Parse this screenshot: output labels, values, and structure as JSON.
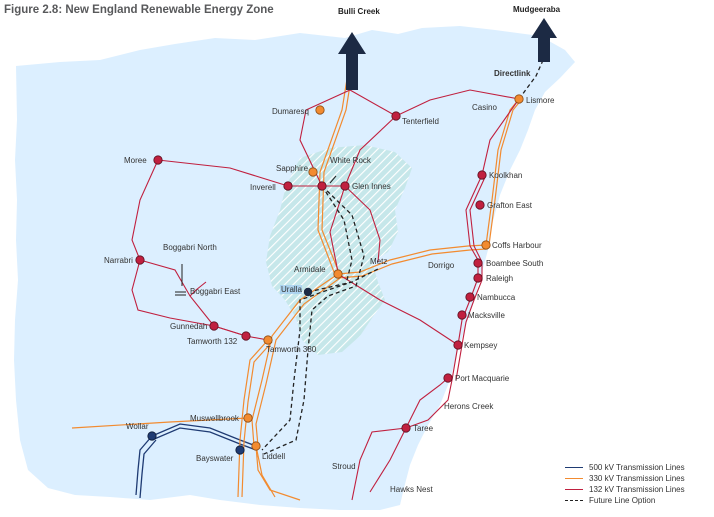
{
  "title": "Figure 2.8: New England Renewable Energy Zone",
  "colors": {
    "sea_land": "#dcefff",
    "line500": "#1f3b73",
    "line330": "#f28b30",
    "line132": "#c0203f",
    "future": "#222222",
    "rez": "#bfe3e6",
    "arrow": "#1c2a44"
  },
  "arrows": {
    "bulli": "Bulli Creek",
    "mudgee": "Mudgeeraba"
  },
  "places": {
    "directlink": "Directlink",
    "lismore": "Lismore",
    "casino": "Casino",
    "dumaresq": "Dumaresq",
    "tenterfield": "Tenterfield",
    "moree": "Moree",
    "sapphire": "Sapphire",
    "white_rock": "White Rock",
    "inverell": "Inverell",
    "glen_innes": "Glen Innes",
    "koolkhan": "Koolkhan",
    "grafton_east": "Grafton East",
    "boggabri_north": "Boggabri North",
    "narrabri": "Narrabri",
    "coffs": "Coffs Harbour",
    "boambee": "Boambee South",
    "raleigh": "Raleigh",
    "armidale": "Armidale",
    "metz": "Metz",
    "dorrigo": "Dorrigo",
    "uralla": "Uralla",
    "boggabri_east": "Boggabri East",
    "nambucca": "Nambucca",
    "macksville": "Macksville",
    "gunnedah": "Gunnedah",
    "tamworth132": "Tamworth 132",
    "tamworth330": "Tamworth 330",
    "kempsey": "Kempsey",
    "port_macq": "Port Macquarie",
    "herons": "Herons Creek",
    "muswellbrook": "Muswellbrook",
    "wollar": "Wollar",
    "taree": "Taree",
    "bayswater": "Bayswater",
    "liddell": "Liddell",
    "stroud": "Stroud",
    "hawks": "Hawks Nest"
  },
  "legend": [
    {
      "label": "500 kV Transmission Lines",
      "color": "#1f3b73",
      "dash": false
    },
    {
      "label": "330 kV Transmission Lines",
      "color": "#f28b30",
      "dash": false
    },
    {
      "label": "132 kV Transmission Lines",
      "color": "#c0203f",
      "dash": false
    },
    {
      "label": "Future Line Option",
      "color": "#222222",
      "dash": true
    }
  ]
}
